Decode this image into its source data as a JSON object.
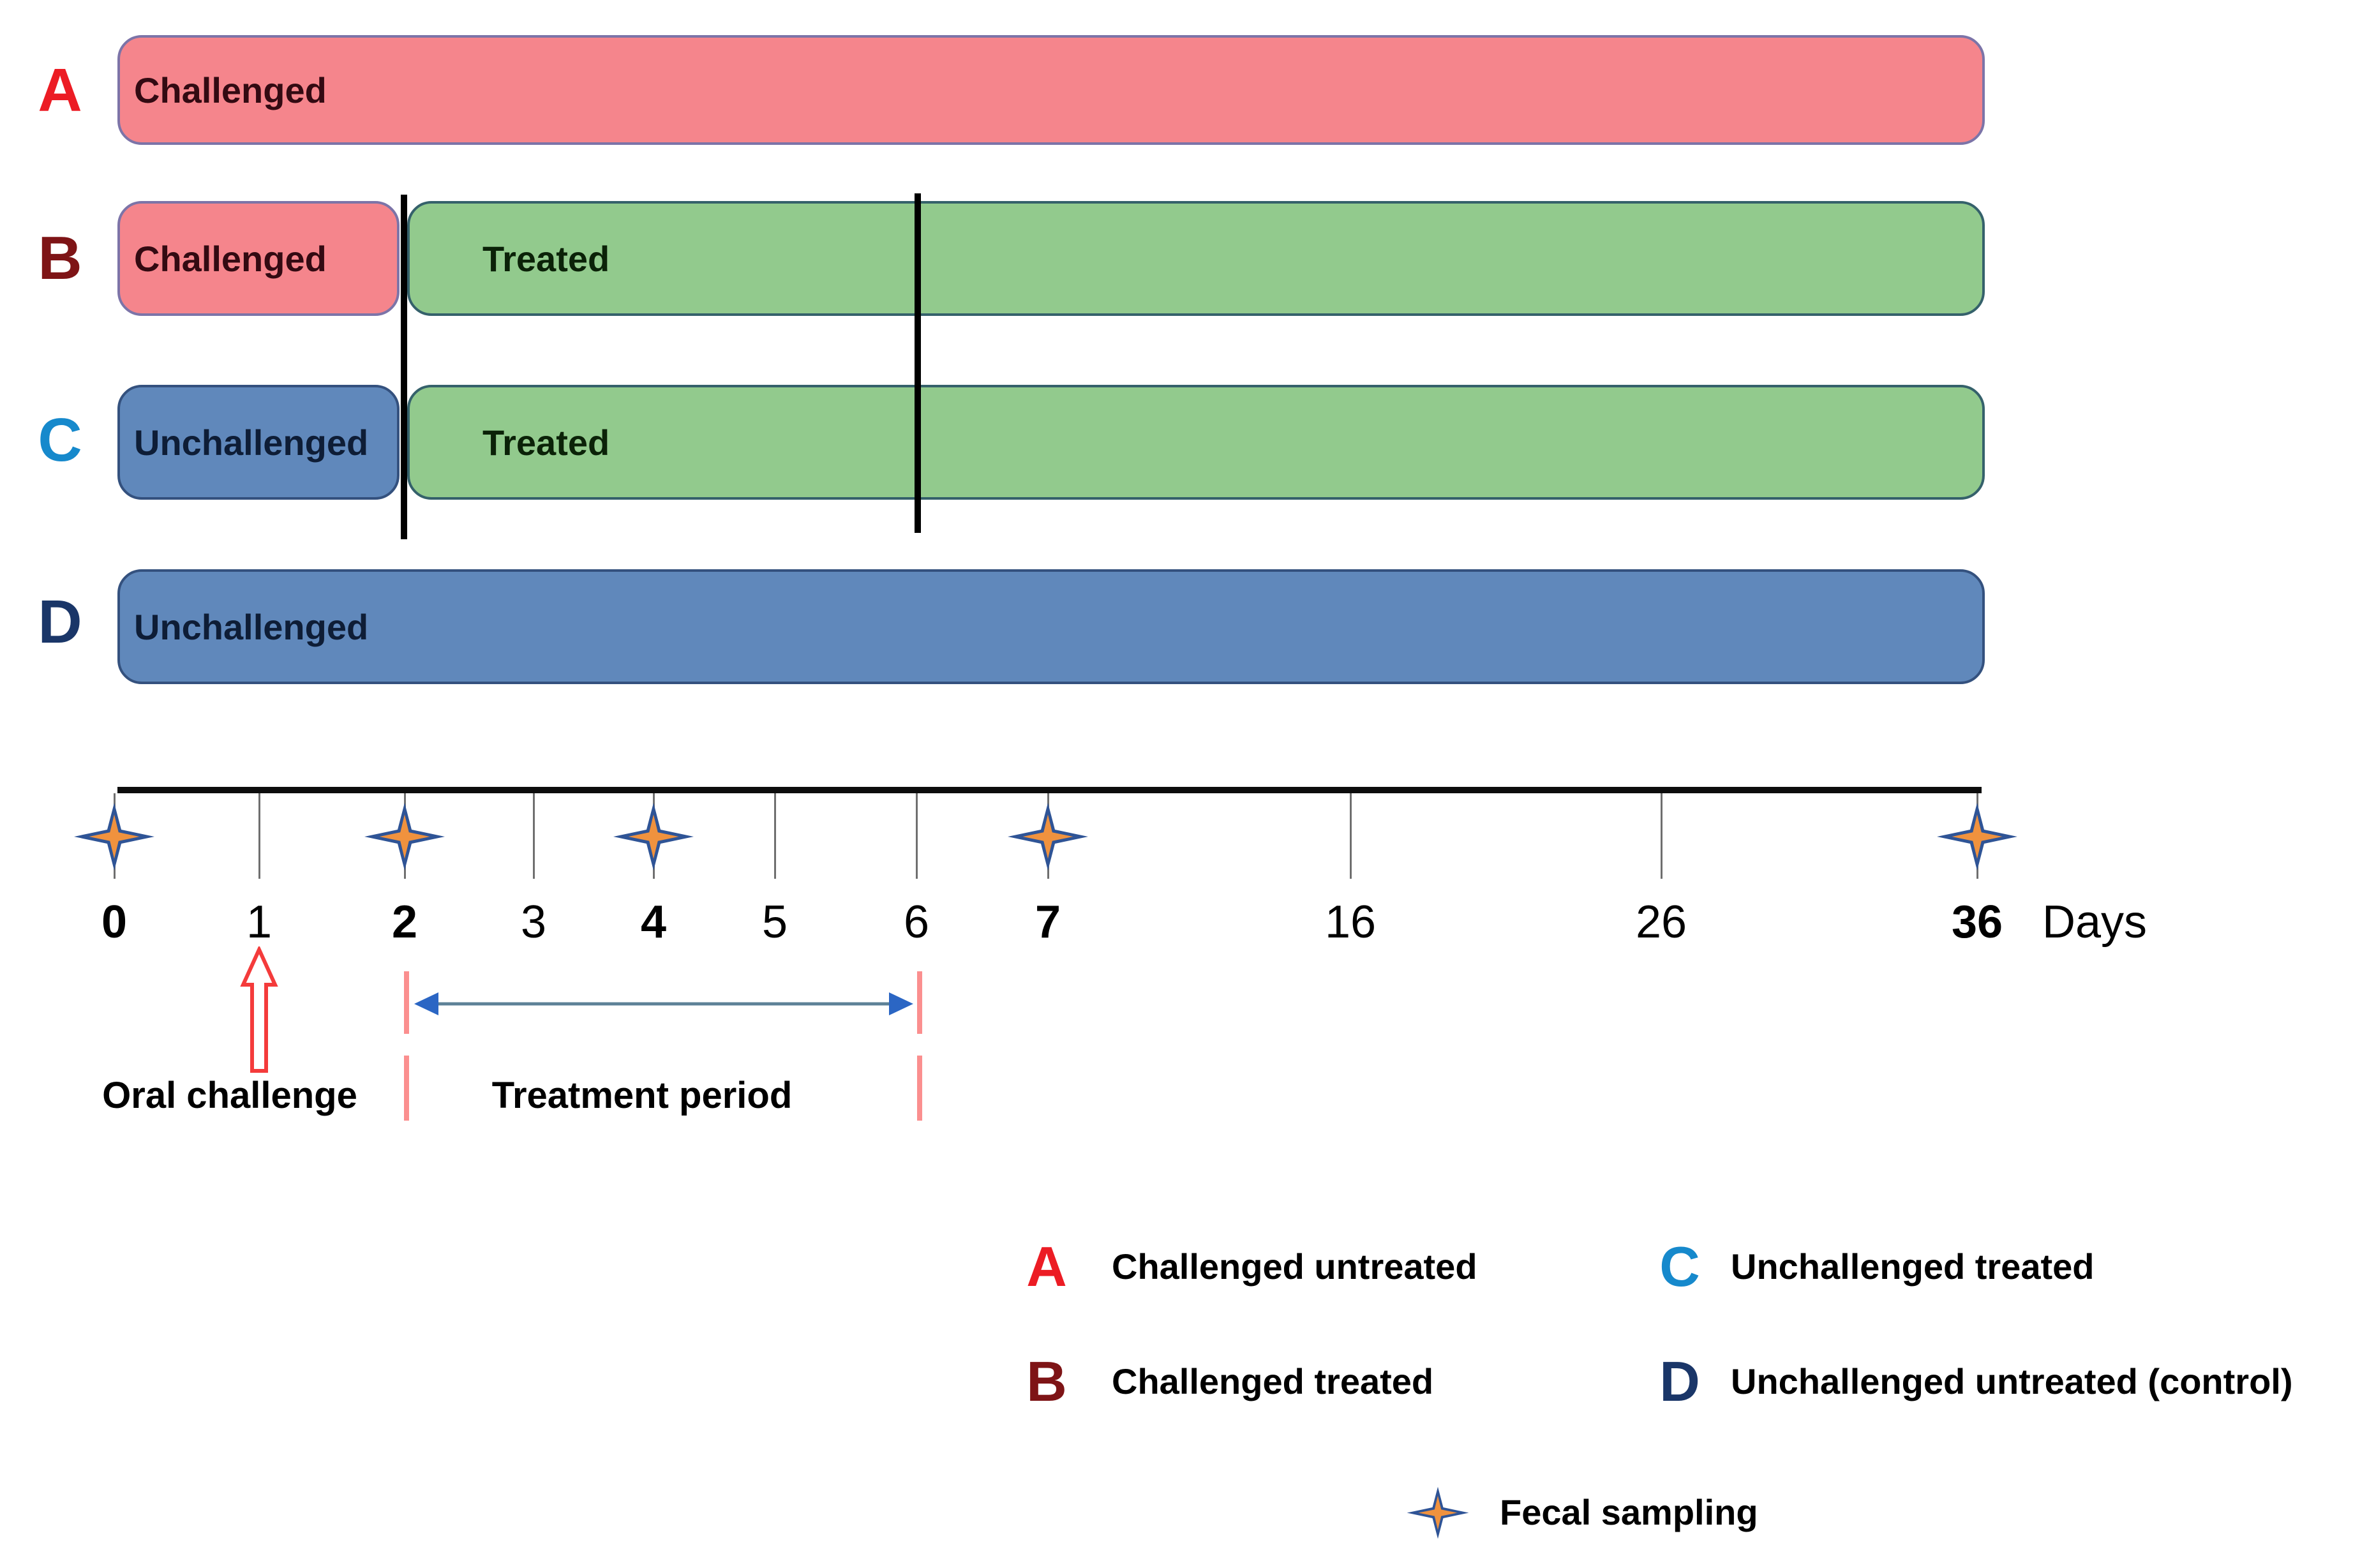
{
  "figure": {
    "groups": [
      {
        "letter": "A",
        "segments": [
          {
            "label": "Challenged",
            "type": "challenged"
          }
        ]
      },
      {
        "letter": "B",
        "segments": [
          {
            "label": "Challenged",
            "type": "challenged"
          },
          {
            "label": "Treated",
            "type": "treated"
          }
        ]
      },
      {
        "letter": "C",
        "segments": [
          {
            "label": "Unchallenged",
            "type": "unchallenged"
          },
          {
            "label": "Treated",
            "type": "treated"
          }
        ]
      },
      {
        "letter": "D",
        "segments": [
          {
            "label": "Unchallenged",
            "type": "unchallenged"
          }
        ]
      }
    ]
  },
  "timeline": {
    "unit_label": "Days",
    "days": [
      {
        "label": "0",
        "bold": true,
        "sampling": true
      },
      {
        "label": "1",
        "bold": false,
        "sampling": false
      },
      {
        "label": "2",
        "bold": true,
        "sampling": true
      },
      {
        "label": "3",
        "bold": false,
        "sampling": false
      },
      {
        "label": "4",
        "bold": true,
        "sampling": true
      },
      {
        "label": "5",
        "bold": false,
        "sampling": false
      },
      {
        "label": "6",
        "bold": false,
        "sampling": false
      },
      {
        "label": "7",
        "bold": true,
        "sampling": true
      },
      {
        "label": "16",
        "bold": false,
        "sampling": false
      },
      {
        "label": "26",
        "bold": false,
        "sampling": false
      },
      {
        "label": "36",
        "bold": true,
        "sampling": true
      }
    ]
  },
  "annotations": {
    "oral_challenge": "Oral challenge",
    "treatment_period": "Treatment period",
    "treatment_start_day": "2",
    "treatment_end_day": "6",
    "oral_challenge_day": "1"
  },
  "legend": {
    "items": [
      {
        "letter": "A",
        "label": "Challenged untreated"
      },
      {
        "letter": "B",
        "label": "Challenged treated"
      },
      {
        "letter": "C",
        "label": "Unchallenged treated"
      },
      {
        "letter": "D",
        "label": "Unchallenged untreated (control)"
      }
    ],
    "sampling_label": "Fecal sampling"
  },
  "colors": {
    "challenged_fill": "#F5858C",
    "challenged_border": "#7C74A8",
    "treated_fill": "#92CA8D",
    "treated_border": "#35616B",
    "unchallenged_fill": "#6088BB",
    "unchallenged_border": "#34517E",
    "letter_a": "#EC1C24",
    "letter_b": "#7E1416",
    "letter_c": "#1689CC",
    "letter_d": "#1A3668",
    "star_orange": "#F0923E",
    "star_blue": "#2F5496",
    "oral_challenge_arrow": "#F43B3B",
    "treatment_dash": "#FB8F8F",
    "period_arrow_head": "#2B66C4",
    "period_arrow_shaft": "#5D8197",
    "timeline_line": "#0D0D0D",
    "tick": "#6F6F6F"
  }
}
